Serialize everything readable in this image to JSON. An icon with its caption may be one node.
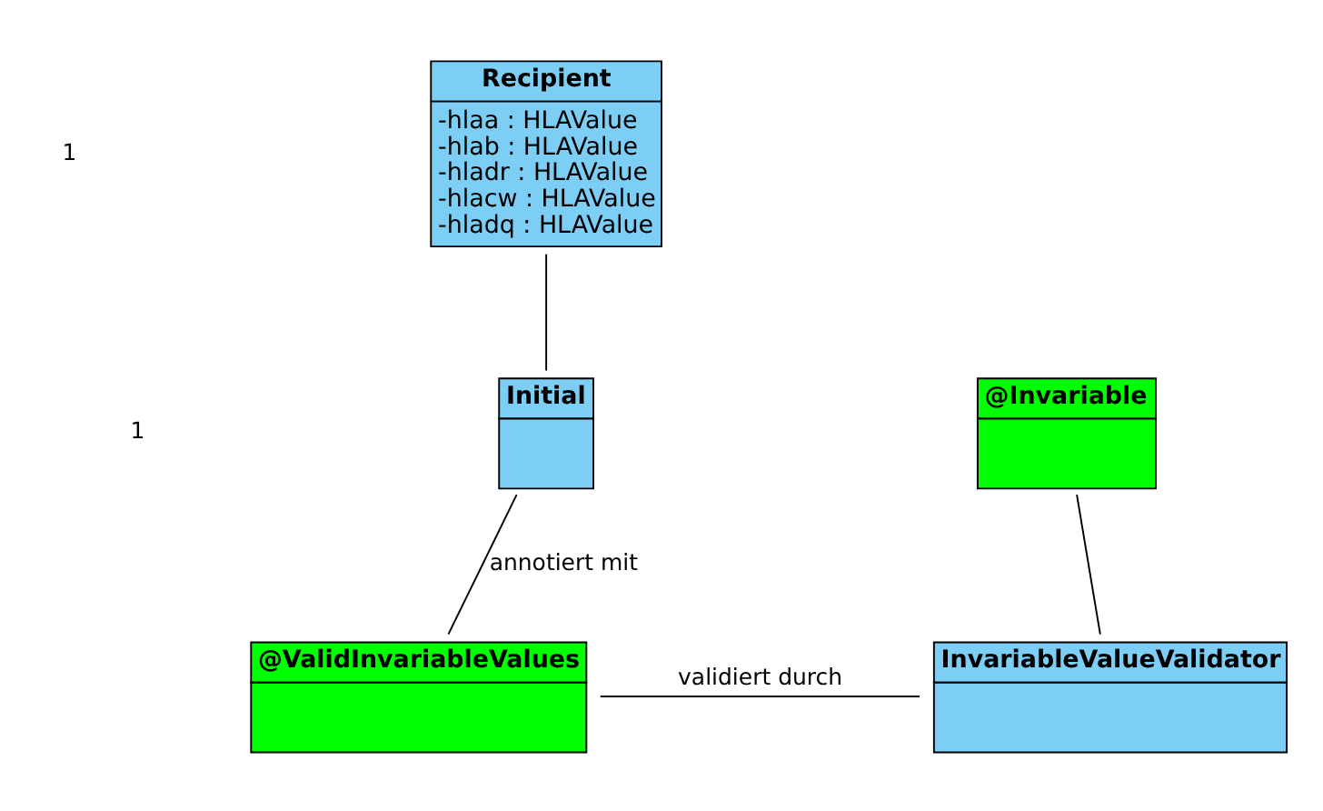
{
  "diagram": {
    "nodes": [
      {
        "text": [
          "Recipient",
          "-hlaa : HLAValue",
          "-hlab : HLAValue",
          "-hladr : HLAValue",
          "-hlacw : HLAValue",
          "-hladq : HLAValue"
        ]
      },
      {
        "text": [
          "Initial"
        ]
      },
      {
        "text": [
          "@Invariable"
        ]
      },
      {
        "text": [
          "@ValidInvariableValues"
        ]
      },
      {
        "text": [
          "InvariableValueValidator"
        ]
      }
    ],
    "edges": [
      {
        "from": 0,
        "to": 1,
        "arrow": "none"
      },
      {
        "from": 1,
        "to": 3,
        "arrow": "none",
        "label": "annotiert mit"
      },
      {
        "from": 3,
        "to": 4,
        "arrow": "none",
        "label": "validiert durch"
      },
      {
        "from": 2,
        "to": 4,
        "arrow": "none"
      }
    ],
    "labels": [
      "1",
      "1"
    ]
  }
}
